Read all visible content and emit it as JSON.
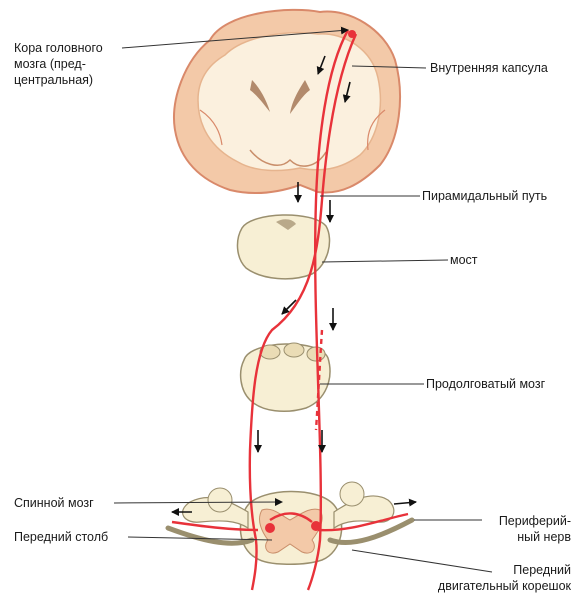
{
  "labels": {
    "cortex": "Кора головного\nмозга (пред-\nцентральная)",
    "internal_capsule": "Внутренняя капсула",
    "pyramidal_tract": "Пирамидальный путь",
    "pons": "мост",
    "medulla": "Продолговатый мозг",
    "spinal_cord": "Спинной мозг",
    "anterior_horn": "Передний столб",
    "peripheral_nerve": "Периферий-\nный нерв",
    "anterior_root": "Передний\nдвигательный корешок"
  },
  "colors": {
    "tract": "#e8323a",
    "brain_outline": "#d9896a",
    "brain_fill": "#f3c9a8",
    "white_matter": "#fbf0de",
    "stem_fill": "#f7efd4",
    "stem_outline": "#9a8f6e",
    "arrow": "#111111",
    "leader": "#333333"
  }
}
